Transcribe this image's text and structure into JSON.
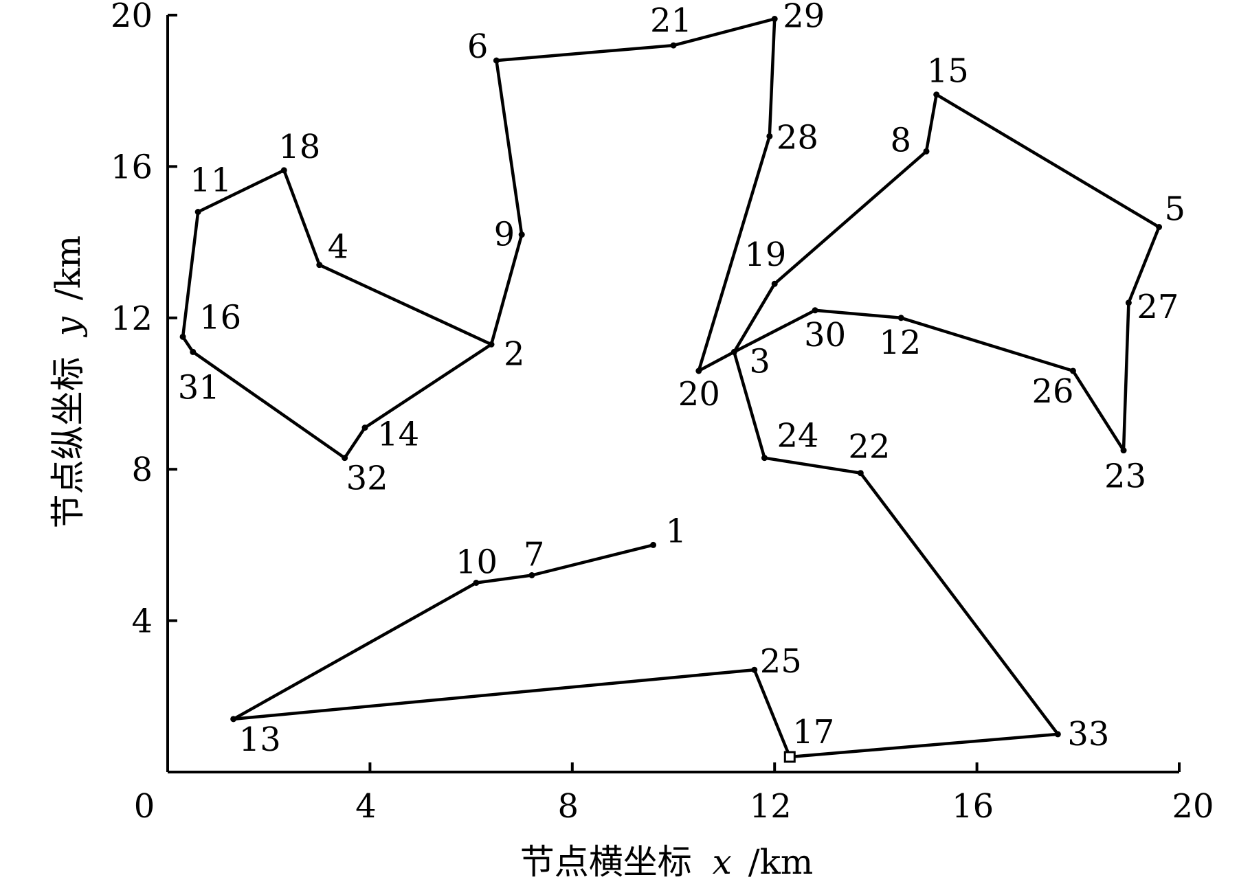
{
  "chart_data": {
    "type": "line",
    "xlabel": {
      "prefix": "节点横坐标",
      "var": "x",
      "unit": "/km"
    },
    "ylabel": {
      "prefix": "节点纵坐标",
      "var": "y",
      "unit": "/km"
    },
    "xlim": [
      0,
      20
    ],
    "ylim": [
      0,
      20
    ],
    "xticks": [
      0,
      4,
      8,
      12,
      16,
      20
    ],
    "yticks": [
      4,
      8,
      12,
      16,
      20
    ],
    "grid": false,
    "depot": "17",
    "nodes": [
      {
        "id": "1",
        "x": 9.6,
        "y": 6.0
      },
      {
        "id": "2",
        "x": 6.4,
        "y": 11.3
      },
      {
        "id": "3",
        "x": 11.2,
        "y": 11.1
      },
      {
        "id": "4",
        "x": 3.0,
        "y": 13.4
      },
      {
        "id": "5",
        "x": 19.6,
        "y": 14.4
      },
      {
        "id": "6",
        "x": 6.5,
        "y": 18.8
      },
      {
        "id": "7",
        "x": 7.2,
        "y": 5.2
      },
      {
        "id": "8",
        "x": 15.0,
        "y": 16.4
      },
      {
        "id": "9",
        "x": 7.0,
        "y": 14.2
      },
      {
        "id": "10",
        "x": 6.1,
        "y": 5.0
      },
      {
        "id": "11",
        "x": 0.6,
        "y": 14.8
      },
      {
        "id": "12",
        "x": 14.5,
        "y": 12.0
      },
      {
        "id": "13",
        "x": 1.3,
        "y": 1.4
      },
      {
        "id": "14",
        "x": 3.9,
        "y": 9.1
      },
      {
        "id": "15",
        "x": 15.2,
        "y": 17.9
      },
      {
        "id": "16",
        "x": 0.3,
        "y": 11.5
      },
      {
        "id": "17",
        "x": 12.3,
        "y": 0.4
      },
      {
        "id": "18",
        "x": 2.3,
        "y": 15.9
      },
      {
        "id": "19",
        "x": 12.0,
        "y": 12.9
      },
      {
        "id": "20",
        "x": 10.5,
        "y": 10.6
      },
      {
        "id": "21",
        "x": 10.0,
        "y": 19.2
      },
      {
        "id": "22",
        "x": 13.7,
        "y": 7.9
      },
      {
        "id": "23",
        "x": 18.9,
        "y": 8.5
      },
      {
        "id": "24",
        "x": 11.8,
        "y": 8.3
      },
      {
        "id": "25",
        "x": 11.6,
        "y": 2.7
      },
      {
        "id": "26",
        "x": 17.9,
        "y": 10.6
      },
      {
        "id": "27",
        "x": 19.0,
        "y": 12.4
      },
      {
        "id": "28",
        "x": 11.9,
        "y": 16.8
      },
      {
        "id": "29",
        "x": 12.0,
        "y": 19.9
      },
      {
        "id": "30",
        "x": 12.8,
        "y": 12.2
      },
      {
        "id": "31",
        "x": 0.5,
        "y": 11.1
      },
      {
        "id": "32",
        "x": 3.5,
        "y": 8.3
      },
      {
        "id": "33",
        "x": 17.6,
        "y": 1.0
      }
    ],
    "routes": [
      [
        "17",
        "33",
        "22",
        "24",
        "3",
        "30",
        "12",
        "26",
        "23",
        "27",
        "5",
        "15",
        "8",
        "19",
        "3",
        "20",
        "28",
        "29",
        "21",
        "6",
        "9",
        "2",
        "4",
        "18",
        "11",
        "16",
        "31",
        "32",
        "14",
        "2"
      ],
      [
        "1",
        "7",
        "10",
        "13",
        "25",
        "17"
      ]
    ]
  }
}
